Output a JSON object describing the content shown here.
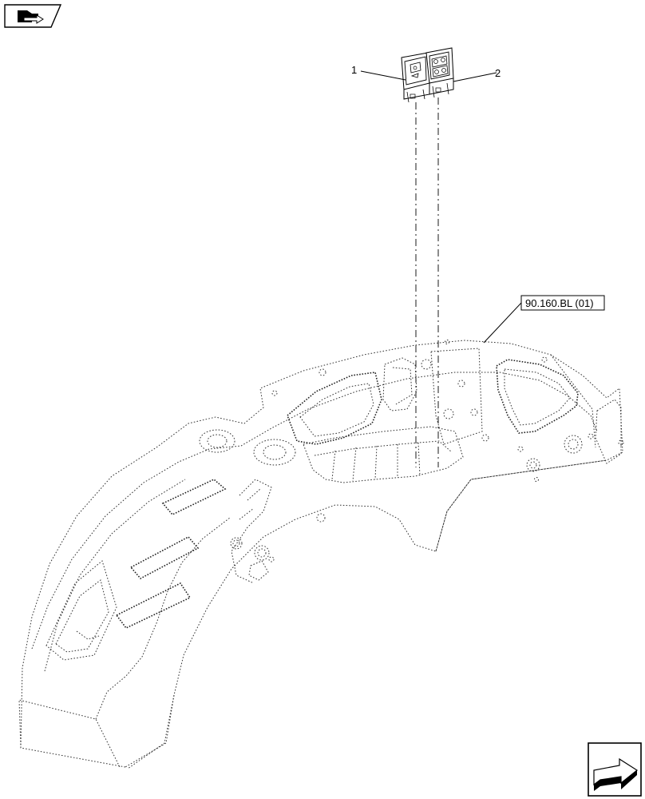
{
  "callouts": [
    {
      "number": "1"
    },
    {
      "number": "2"
    }
  ],
  "reference": {
    "label": "90.160.BL (01)"
  },
  "icons": {
    "top_left": "book-arrow-icon",
    "bottom_right": "next-page-arrow-icon"
  }
}
